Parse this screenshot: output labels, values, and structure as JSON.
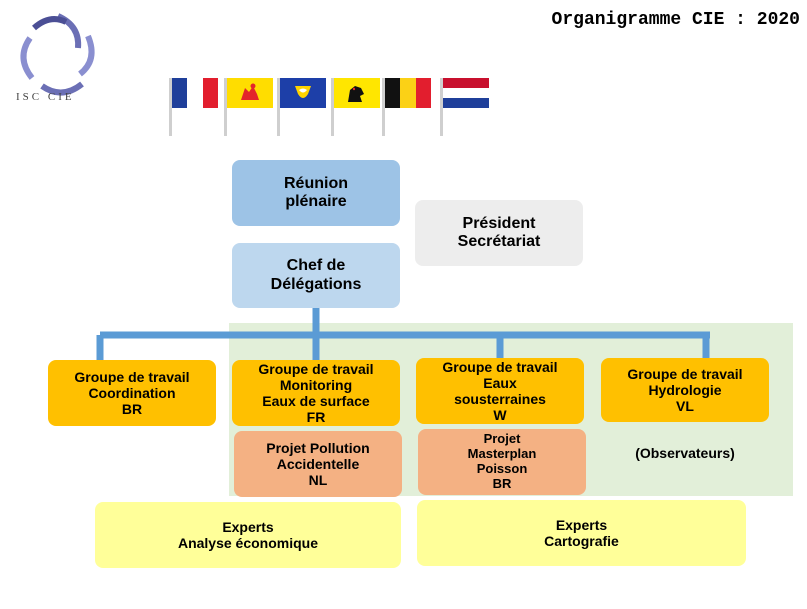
{
  "header": {
    "title": "Organigramme CIE : 2020"
  },
  "logo": {
    "name": "isc-cie-logo",
    "text": "ISC CIE"
  },
  "flags": [
    {
      "name": "france-flag-icon"
    },
    {
      "name": "wallonia-flag-icon"
    },
    {
      "name": "brussels-flag-icon"
    },
    {
      "name": "flanders-flag-icon"
    },
    {
      "name": "belgium-flag-icon"
    },
    {
      "name": "netherlands-flag-icon"
    }
  ],
  "colors": {
    "connector": "#5b9bd5",
    "reunion": "#9dc3e6",
    "chef": "#bdd7ee",
    "president": "#ededed",
    "groupe": "#ffc000",
    "projet": "#f4b183",
    "experts": "#ffff99",
    "zone": "#e2efd9"
  },
  "diagram": {
    "reunion": {
      "line1": "Réunion",
      "line2": "plénaire"
    },
    "president": {
      "line1": "Président",
      "line2": "Secrétariat"
    },
    "chef": {
      "line1": "Chef de",
      "line2": "Délégations"
    },
    "groups": {
      "coordination": {
        "line1": "Groupe de travail",
        "line2": "Coordination",
        "line3": "BR"
      },
      "monitoring": {
        "line1": "Groupe de travail",
        "line2": "Monitoring",
        "line3": "Eaux de surface",
        "line4": "FR"
      },
      "souterraines": {
        "line1": "Groupe de travail",
        "line2": "Eaux",
        "line3": "sousterraines",
        "line4": "W"
      },
      "hydrologie": {
        "line1": "Groupe de travail",
        "line2": "Hydrologie",
        "line3": "VL"
      }
    },
    "projects": {
      "pollution": {
        "line1": "Projet Pollution",
        "line2": "Accidentelle",
        "line3": "NL"
      },
      "masterplan": {
        "line1": "Projet",
        "line2": "Masterplan",
        "line3": "Poisson",
        "line4": "BR"
      }
    },
    "observateurs": "(Observateurs)",
    "experts": {
      "economique": {
        "line1": "Experts",
        "line2": "Analyse économique"
      },
      "cartografie": {
        "line1": "Experts",
        "line2": "Cartografie"
      }
    }
  }
}
